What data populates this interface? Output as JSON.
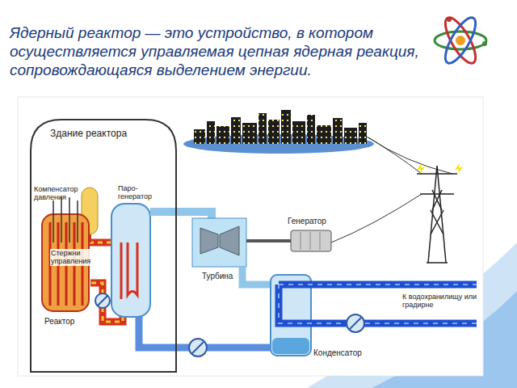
{
  "diagram": {
    "title": "Ядерный реактор — это устройство, в котором осуществляется управляемая цепная ядерная реакция, сопровождающаяся выделением энергии.",
    "nodes": [
      {
        "text": [
          "Здание реактора"
        ]
      }
    ],
    "labels": [
      "Компенсатор давления",
      "Паро- генератор",
      "Стержни управления",
      "Реактор",
      "Турбина",
      "Генератор",
      "Конденсатор",
      "К водохранилищу или градирне"
    ]
  }
}
